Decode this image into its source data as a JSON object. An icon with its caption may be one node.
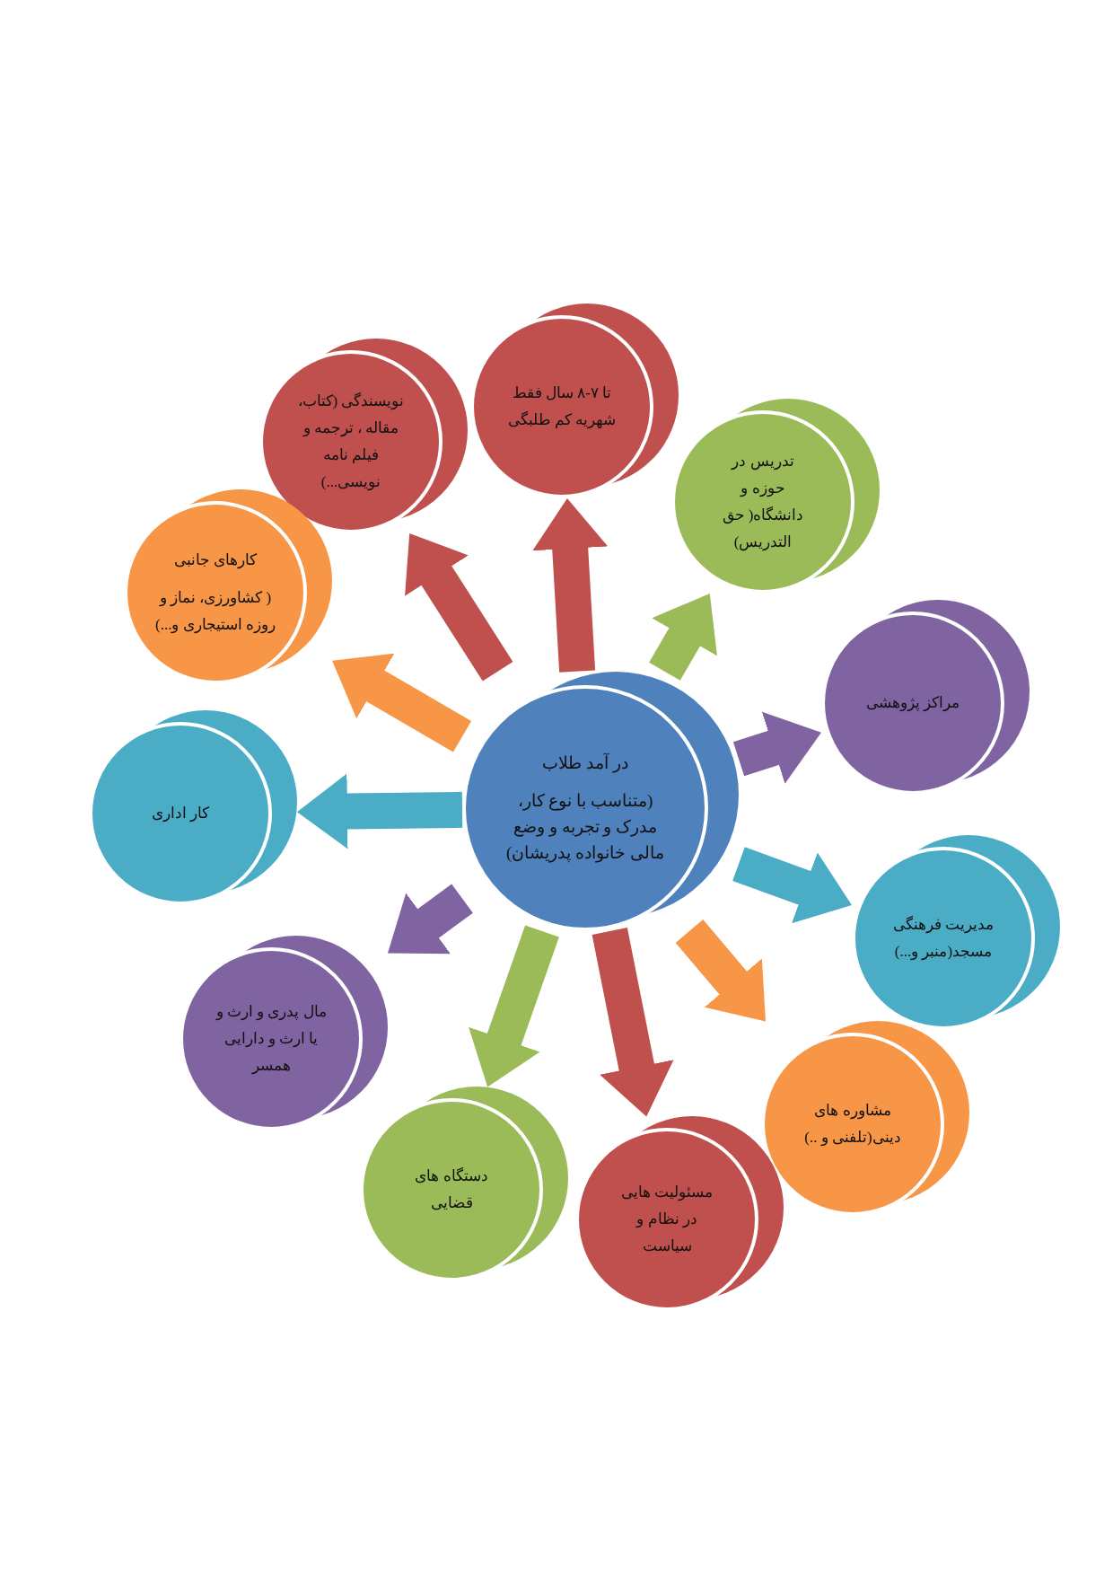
{
  "diagram": {
    "nodes": [
      {
        "text": [
          "در آمد طلاب",
          "(متناسب با نوع کار، مدرک و تجربه و وضع مالی خانواده پدریشان)"
        ]
      },
      {
        "text": [
          "تا ۷-۸ سال فقط شهریه کم طلبگی"
        ]
      },
      {
        "text": [
          "نویسندگی (کتاب، مقاله ، ترجمه و فیلم نامه نویسی...)"
        ]
      },
      {
        "text": [
          "تدریس در حوزه و دانشگاه( حق التدریس)"
        ]
      },
      {
        "text": [
          "کارهای جانبی",
          "( کشاورزی، نماز و روزه استیجاری و...)"
        ]
      },
      {
        "text": [
          "مراکز پژوهشی"
        ]
      },
      {
        "text": [
          "کار اداری"
        ]
      },
      {
        "text": [
          "مدیریت فرهنگی مسجد(منبر و...)"
        ]
      },
      {
        "text": [
          "مال پدری و ارث و یا ارث و دارایی همسر"
        ]
      },
      {
        "text": [
          "مشاوره های دینی(تلفنی و ..)"
        ]
      },
      {
        "text": [
          "دستگاه های قضایی"
        ]
      },
      {
        "text": [
          "مسئولیت هایی در نظام و سیاست"
        ]
      }
    ],
    "edges": [
      {
        "from": 0,
        "to": 1,
        "arrow": "to"
      },
      {
        "from": 0,
        "to": 2,
        "arrow": "to"
      },
      {
        "from": 0,
        "to": 3,
        "arrow": "to",
        "color": "#9bbb59"
      },
      {
        "from": 0,
        "to": 4,
        "arrow": "to",
        "color": "#f79646"
      },
      {
        "from": 0,
        "to": 5,
        "arrow": "to",
        "color": "#8064a2"
      },
      {
        "from": 0,
        "to": 6,
        "arrow": "to",
        "color": "#4bacc6"
      },
      {
        "from": 0,
        "to": 7,
        "arrow": "to",
        "color": "#4bacc6"
      },
      {
        "from": 0,
        "to": 8,
        "arrow": "to",
        "color": "#8064a2"
      },
      {
        "from": 0,
        "to": 9,
        "arrow": "to",
        "color": "#f79646"
      },
      {
        "from": 0,
        "to": 10,
        "arrow": "to",
        "color": "#9bbb59"
      },
      {
        "from": 0,
        "to": 11,
        "arrow": "to"
      }
    ]
  }
}
